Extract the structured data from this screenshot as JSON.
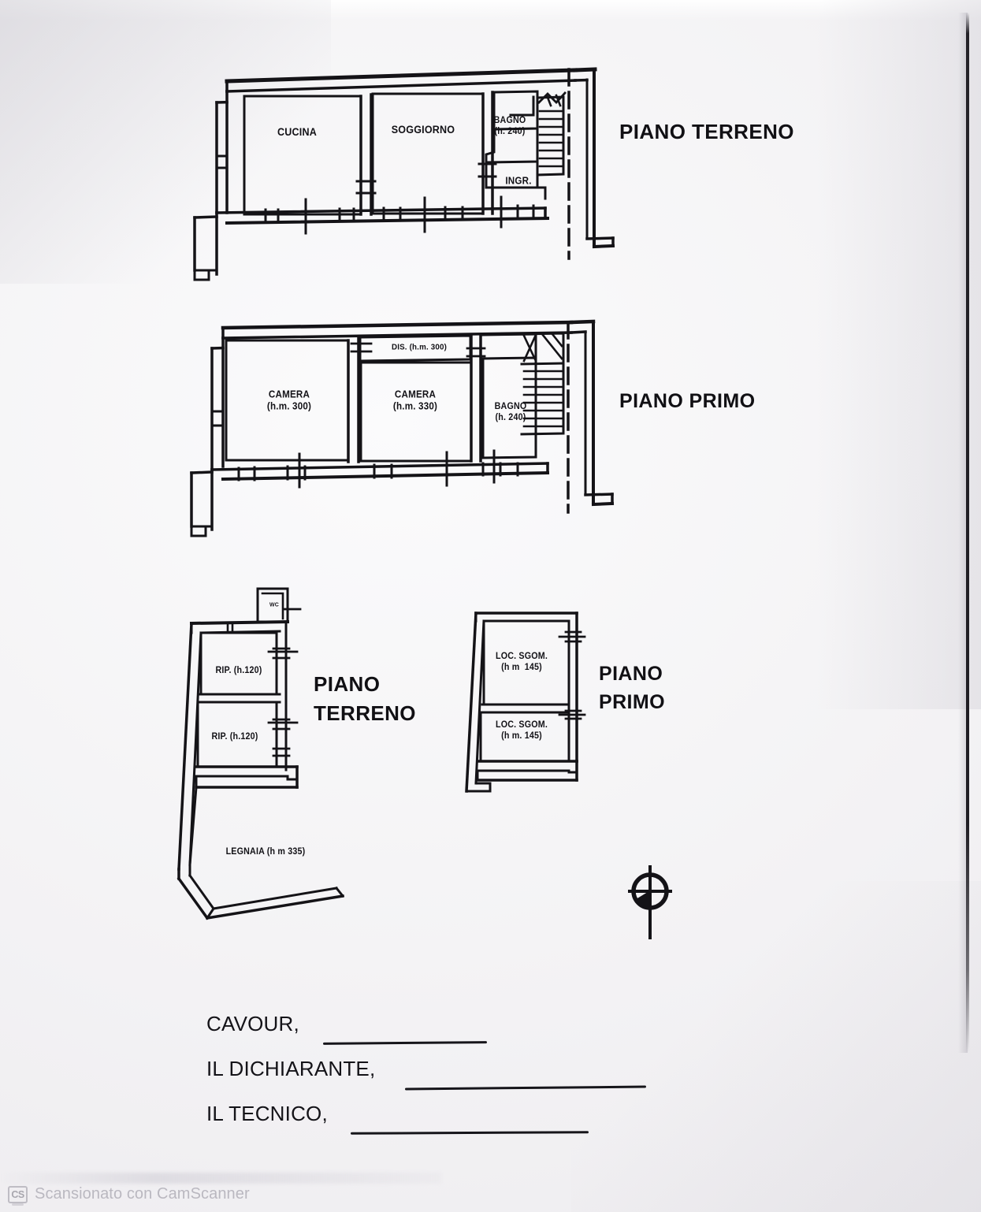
{
  "document": {
    "type": "architectural-floor-plan",
    "language": "it",
    "background_color": "#f5f4f6",
    "ink_color": "#131217"
  },
  "floor_sections": [
    {
      "id": "ground-floor-main",
      "side_label": "PIANO TERRENO",
      "rooms": [
        {
          "id": "cucina",
          "name": "CUCINA",
          "height_note": ""
        },
        {
          "id": "soggiorno",
          "name": "SOGGIORNO",
          "height_note": ""
        },
        {
          "id": "bagno",
          "name": "BAGNO",
          "height_note": "(h. 240)"
        },
        {
          "id": "ingresso",
          "name": "INGR.",
          "height_note": ""
        }
      ]
    },
    {
      "id": "first-floor-main",
      "side_label": "PIANO PRIMO",
      "rooms": [
        {
          "id": "camera-1",
          "name": "CAMERA",
          "height_note": "(h.m. 300)"
        },
        {
          "id": "camera-2",
          "name": "CAMERA",
          "height_note": "(h.m. 330)"
        },
        {
          "id": "bagno-1p",
          "name": "BAGNO",
          "height_note": "(h. 240)"
        },
        {
          "id": "disimpegno",
          "name": "DIS.",
          "height_note": "(h.m. 300)"
        }
      ]
    },
    {
      "id": "outbuilding-ground",
      "side_label": "PIANO\nTERRENO",
      "rooms": [
        {
          "id": "wc",
          "name": "WC",
          "height_note": ""
        },
        {
          "id": "rip-1",
          "name": "RIP.",
          "height_note": "(h.120)"
        },
        {
          "id": "rip-2",
          "name": "RIP.",
          "height_note": "(h.120)"
        },
        {
          "id": "legnaia",
          "name": "LEGNAIA",
          "height_note": "(h m 335)"
        }
      ]
    },
    {
      "id": "outbuilding-first",
      "side_label": "PIANO\nPRIMO",
      "rooms": [
        {
          "id": "sgom-1",
          "name": "LOC. SGOM.",
          "height_note": "(h m 145)"
        },
        {
          "id": "sgom-2",
          "name": "LOC. SGOM.",
          "height_note": "(h m. 145)"
        }
      ]
    }
  ],
  "room_labels": {
    "cucina": "CUCINA",
    "soggiorno": "SOGGIORNO",
    "bagno_pt": "BAGNO",
    "bagno_pt_h": "(h. 240)",
    "ingresso": "INGR.",
    "camera1": "CAMERA",
    "camera1_h": "(h.m. 300)",
    "camera2": "CAMERA",
    "camera2_h": "(h.m. 330)",
    "bagno_p1": "BAGNO",
    "bagno_p1_h": "(h. 240)",
    "dis": "DIS. (h.m. 300)",
    "wc": "WC",
    "rip1": "RIP. (h.120)",
    "rip2": "RIP. (h.120)",
    "legnaia": "LEGNAIA (h m 335)",
    "sgom1": "LOC. SGOM.",
    "sgom1_h": "(h m  145)",
    "sgom2": "LOC. SGOM.",
    "sgom2_h": "(h m. 145)"
  },
  "side_labels": {
    "piano_terreno": "PIANO TERRENO",
    "piano_primo": "PIANO PRIMO",
    "piano_terreno_l1": "PIANO",
    "piano_terreno_l2": "TERRENO",
    "piano_primo_l1": "PIANO",
    "piano_primo_l2": "PRIMO"
  },
  "north_arrow": {
    "icon": "north-arrow-icon",
    "label": ""
  },
  "signature_block": [
    {
      "id": "place",
      "label": "CAVOUR,",
      "line_width": 200
    },
    {
      "id": "declarant",
      "label": "IL DICHIARANTE,",
      "line_width": 300
    },
    {
      "id": "technician",
      "label": "IL TECNICO,",
      "line_width": 300
    }
  ],
  "footer": {
    "logo_text": "CS",
    "watermark": "Scansionato con CamScanner"
  }
}
